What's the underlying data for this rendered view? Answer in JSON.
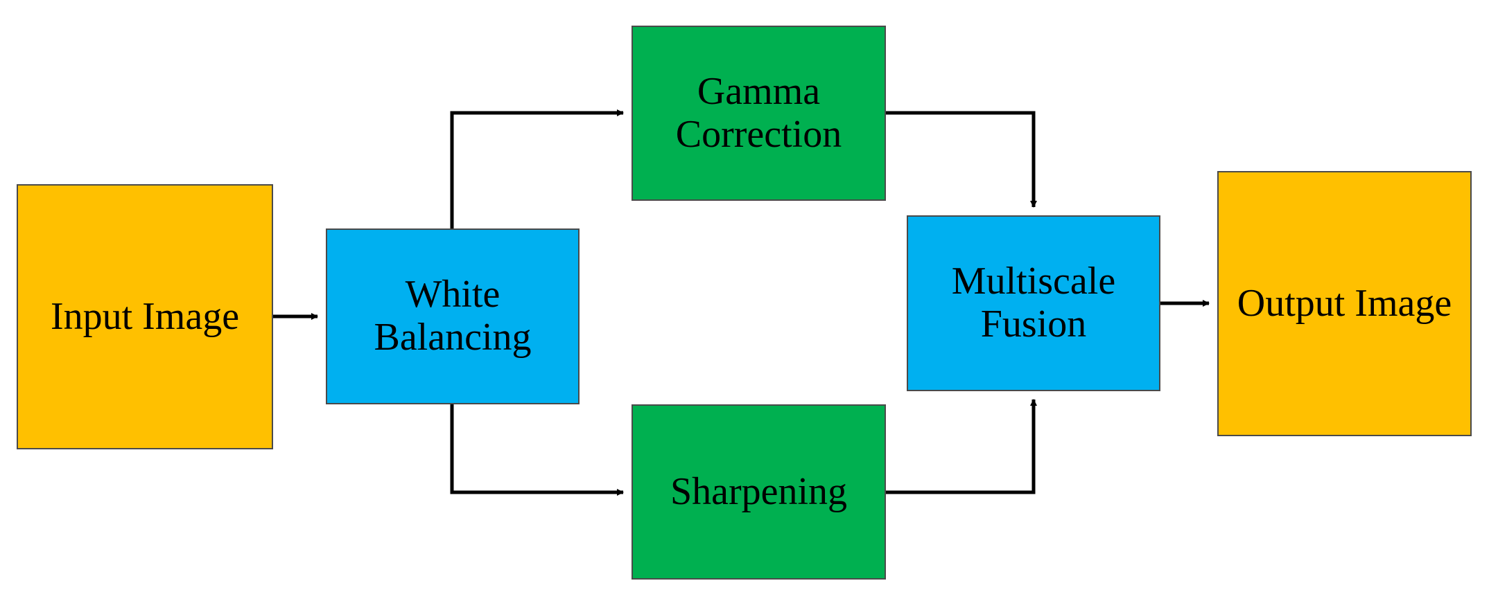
{
  "colors": {
    "io_box": "#ffc000",
    "process_blue": "#00b0f0",
    "process_green": "#00b050",
    "arrow": "#000000"
  },
  "nodes": {
    "input_image": {
      "lines": [
        "Input Image"
      ]
    },
    "white_balancing": {
      "lines": [
        "White",
        "Balancing"
      ]
    },
    "gamma_correction": {
      "lines": [
        "Gamma",
        "Correction"
      ]
    },
    "sharpening": {
      "lines": [
        "Sharpening"
      ]
    },
    "multiscale_fusion": {
      "lines": [
        "Multiscale",
        "Fusion"
      ]
    },
    "output_image": {
      "lines": [
        "Output Image"
      ]
    }
  },
  "edges": [
    {
      "from": "input_image",
      "to": "white_balancing"
    },
    {
      "from": "white_balancing",
      "to": "gamma_correction"
    },
    {
      "from": "white_balancing",
      "to": "sharpening"
    },
    {
      "from": "gamma_correction",
      "to": "multiscale_fusion"
    },
    {
      "from": "sharpening",
      "to": "multiscale_fusion"
    },
    {
      "from": "multiscale_fusion",
      "to": "output_image"
    }
  ]
}
